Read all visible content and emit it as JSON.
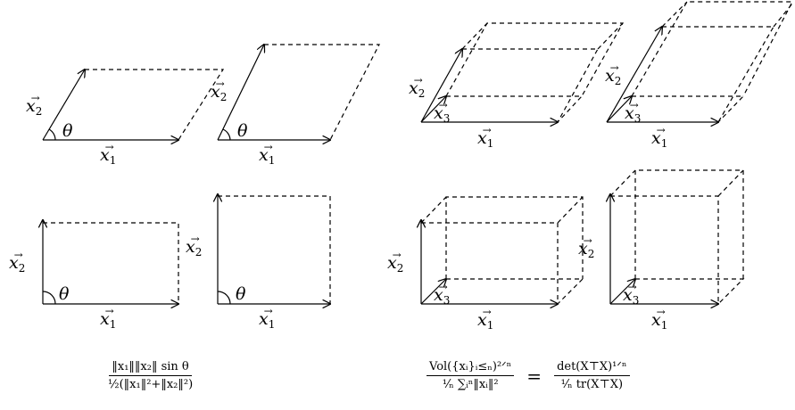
{
  "labels": {
    "x1": "x",
    "x1_sub": "1",
    "x2": "x",
    "x2_sub": "2",
    "x3": "x",
    "x3_sub": "3",
    "theta": "θ"
  },
  "formula_left": {
    "numerator": "‖x₁‖‖x₂‖ sin θ",
    "denominator": "½(‖x₁‖²+‖x₂‖²)"
  },
  "formula_right": {
    "lhs_numerator": "Vol({xᵢ}ᵢ≤ₙ)²ᐟⁿ",
    "lhs_denominator": "¹⁄ₙ ∑ᵢⁿ‖xᵢ‖²",
    "equals": "=",
    "rhs_numerator": "det(X⊤X)¹ᐟⁿ",
    "rhs_denominator": "¹⁄ₙ tr(X⊤X)"
  },
  "colors": {
    "ink": "#000000",
    "background": "#ffffff"
  }
}
